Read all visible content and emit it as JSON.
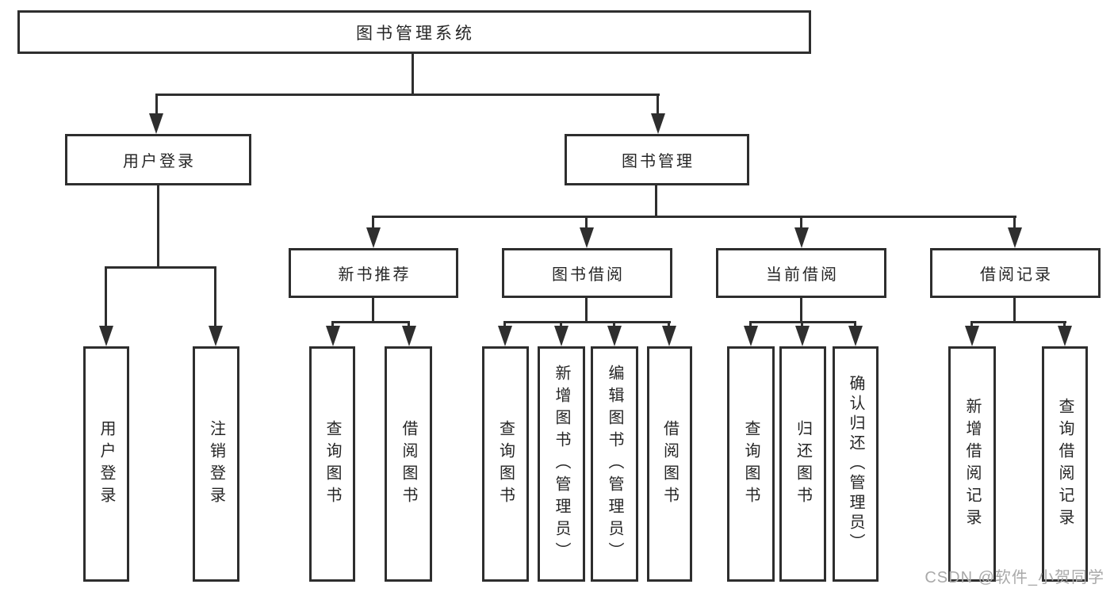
{
  "colors": {
    "line": "#2e2e2e",
    "text": "#262626",
    "watermark": "#a9a9a9",
    "background": "#ffffff"
  },
  "tree": {
    "root": "图书管理系统",
    "level2": [
      {
        "label": "用户登录",
        "children": [
          "用户登录",
          "注销登录"
        ]
      },
      {
        "label": "图书管理",
        "groups": [
          {
            "label": "新书推荐",
            "children": [
              "查询图书",
              "借阅图书"
            ]
          },
          {
            "label": "图书借阅",
            "children": [
              "查询图书",
              "新增图书（管理员）",
              "编辑图书（管理员）",
              "借阅图书"
            ]
          },
          {
            "label": "当前借阅",
            "children": [
              "查询图书",
              "归还图书",
              "确认归还（管理员）"
            ]
          },
          {
            "label": "借阅记录",
            "children": [
              "新增借阅记录",
              "查询借阅记录"
            ]
          }
        ]
      }
    ]
  },
  "watermark": "CSDN @软件_小贺同学"
}
